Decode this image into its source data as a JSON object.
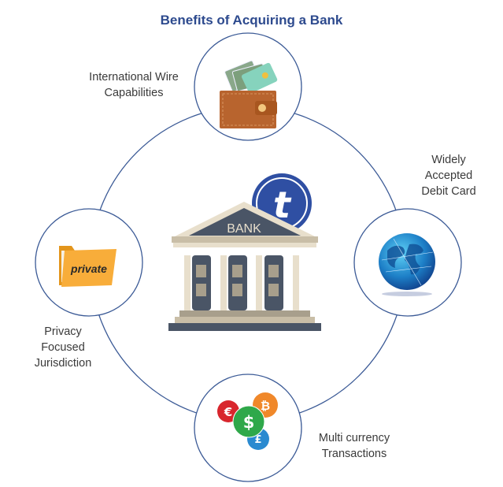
{
  "title": "Benefits of Acquiring a Bank",
  "colors": {
    "title": "#2d4a8e",
    "circle_stroke": "#3b5a96",
    "label_text": "#3a3a3a",
    "bank_dark": "#4a5566",
    "bank_light": "#e8dfcc",
    "bank_column": "#a89f8c",
    "coin_blue": "#2f4fa3"
  },
  "center": {
    "building_label": "BANK",
    "coin_glyph": "t"
  },
  "nodes": [
    {
      "id": "wire",
      "icon": "wallet-icon",
      "label_lines": [
        "International Wire",
        "Capabilities"
      ]
    },
    {
      "id": "debit",
      "icon": "globe-icon",
      "label_lines": [
        "Widely",
        "Accepted",
        "Debit Card"
      ]
    },
    {
      "id": "currency",
      "icon": "currency-coins-icon",
      "label_lines": [
        "Multi currency",
        "Transactions"
      ],
      "coins": [
        "€",
        "₿",
        "$",
        "£"
      ]
    },
    {
      "id": "privacy",
      "icon": "private-folder-icon",
      "label_lines": [
        "Privacy",
        "Focused",
        "Jurisdiction"
      ],
      "folder_text": "private"
    }
  ]
}
